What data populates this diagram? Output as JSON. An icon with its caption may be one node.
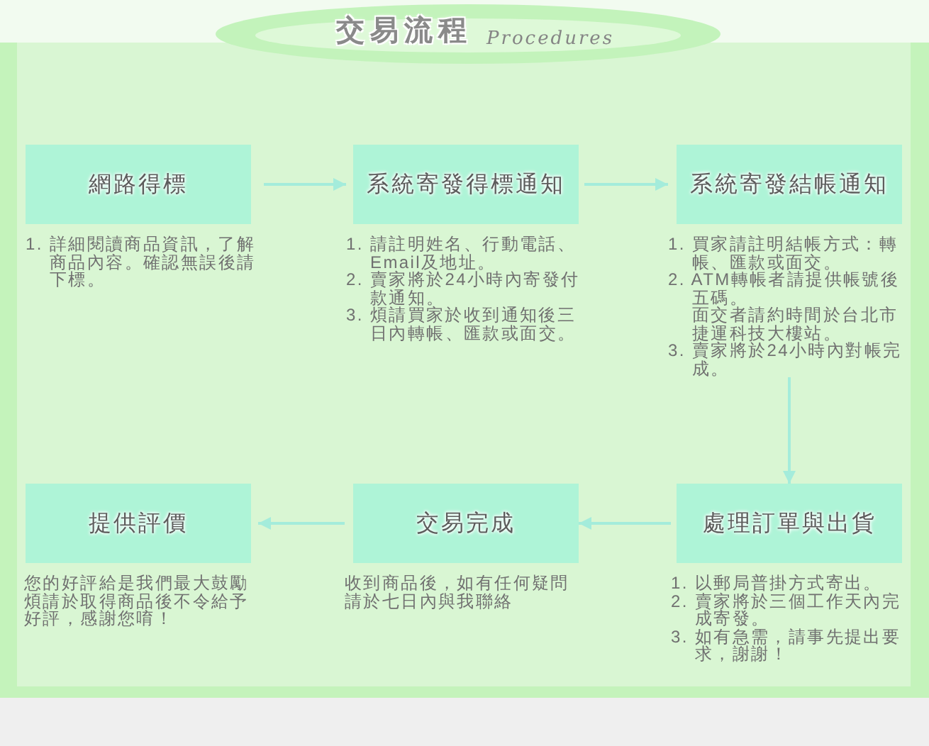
{
  "diagram": {
    "title": "交易流程",
    "nodes": [
      {
        "text": [
          "網路得標"
        ],
        "beside": [
          "1. 詳細閱讀商品資訊，了解商品內容。確認無誤後請下標。"
        ]
      },
      {
        "text": [
          "系統寄發得標通知"
        ],
        "beside": [
          "1. 請註明姓名、行動電話、Email及地址。",
          "2. 賣家將於24小時內寄發付款通知。",
          "3. 煩請買家於收到通知後三日內轉帳、匯款或面交。"
        ]
      },
      {
        "text": [
          "系統寄發結帳通知"
        ],
        "beside": [
          "1. 買家請註明結帳方式：轉帳、匯款或面交。",
          "2. ATM轉帳者請提供帳號後五碼。",
          "面交者請約時間於台北市捷運科技大樓站。",
          "3. 賣家將於24小時內對帳完成。"
        ]
      },
      {
        "text": [
          "處理訂單與出貨"
        ],
        "beside": [
          "1. 以郵局普掛方式寄出。",
          "2. 賣家將於三個工作天內完成寄發。",
          "3. 如有急需，請事先提出要求，謝謝！"
        ]
      },
      {
        "text": [
          "交易完成"
        ],
        "beside": [
          "收到商品後，如有任何疑問請於七日內與我聯絡"
        ]
      },
      {
        "text": [
          "提供評價"
        ],
        "beside": [
          "您的好評給是我們最大鼓勵",
          "煩請於取得商品後不令給予好評，感謝您唷！"
        ]
      }
    ],
    "edges": [
      {
        "from": 0,
        "to": 1,
        "arrow": "to"
      },
      {
        "from": 1,
        "to": 2,
        "arrow": "to"
      },
      {
        "from": 2,
        "to": 3,
        "arrow": "to"
      },
      {
        "from": 3,
        "to": 4,
        "arrow": "to"
      },
      {
        "from": 4,
        "to": 5,
        "arrow": "to"
      }
    ],
    "labels": [
      "Procedures"
    ]
  }
}
